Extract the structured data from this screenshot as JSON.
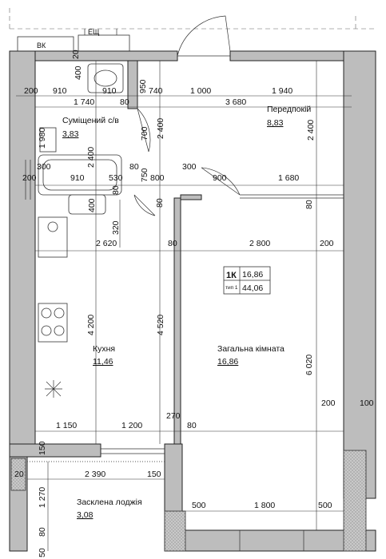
{
  "outside": {
    "vk": "ВК",
    "eshch": "ЕЩ"
  },
  "apartment": {
    "type": "1К",
    "type_sub": "тип 1",
    "living_area": "16,86",
    "total_area": "44,06"
  },
  "rooms": {
    "hall": {
      "name": "Передпокій",
      "area": "8,83"
    },
    "bath": {
      "name": "Суміщений с/в",
      "area": "3,83"
    },
    "kitchen": {
      "name": "Кухня",
      "area": "11,46"
    },
    "living": {
      "name": "Загальна кімната",
      "area": "16,86"
    },
    "loggia": {
      "name": "Засклена лоджія",
      "area": "3,08"
    }
  },
  "dims": {
    "d200a": "200",
    "d910a": "910",
    "d910b": "910",
    "d950": "950",
    "d740": "740",
    "d1000": "1 000",
    "d1940": "1 940",
    "d1740": "1 740",
    "d80a": "80",
    "d3680": "3 680",
    "d2400a": "2 400",
    "d2400b": "2 400",
    "d2400c": "2 400",
    "d700": "700",
    "d1980": "1 980",
    "d400a": "400",
    "d400b": "400",
    "d20a": "20",
    "d300a": "300",
    "d200b": "200",
    "d910c": "910",
    "d530": "530",
    "d80b": "80",
    "d750": "750",
    "d800": "800",
    "d300b": "300",
    "d900": "900",
    "d1680": "1 680",
    "d80c": "80",
    "d80d": "80",
    "d80e": "80",
    "d320": "320",
    "d2620": "2 620",
    "d80f": "80",
    "d2800": "2 800",
    "d200c": "200",
    "d4200": "4 200",
    "d4520": "4 520",
    "d6020": "6 020",
    "d200d": "200",
    "d100": "100",
    "d1150": "1 150",
    "d1200": "1 200",
    "d270": "270",
    "d80g": "80",
    "d150a": "150",
    "d150b": "150",
    "d20b": "20",
    "d2390": "2 390",
    "d1270": "1 270",
    "d500a": "500",
    "d1800": "1 800",
    "d500b": "500",
    "d80h": "80",
    "d50": "50"
  }
}
